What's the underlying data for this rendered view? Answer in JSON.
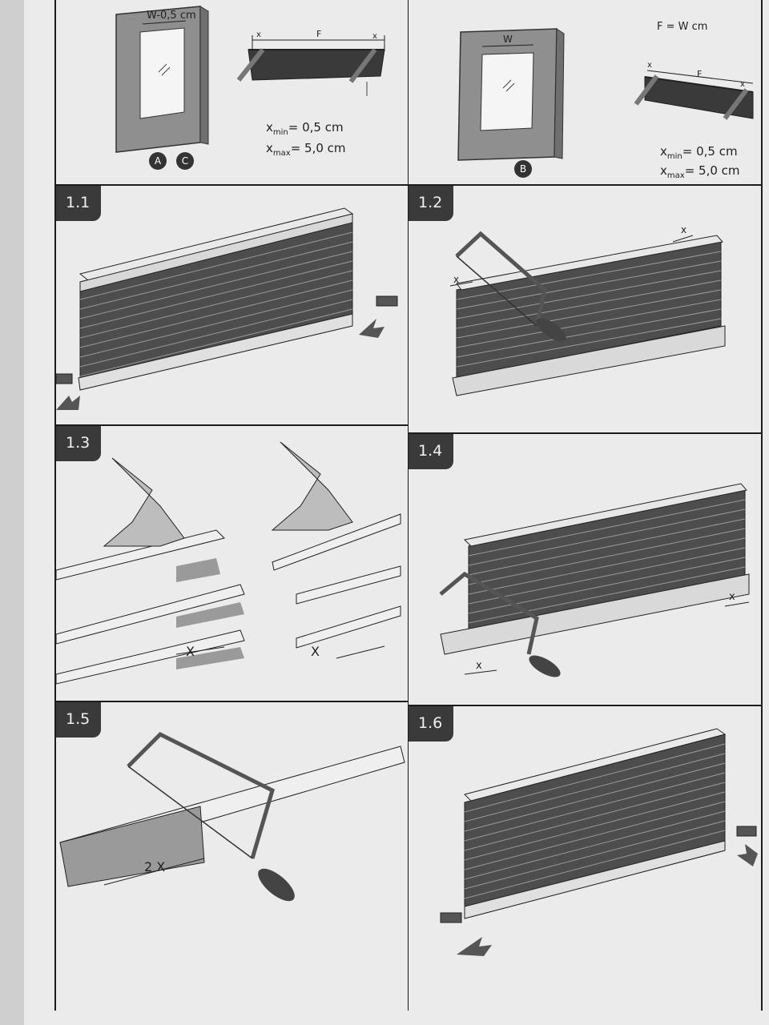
{
  "top_left": {
    "width_label": "W-0,5 cm",
    "span_label": "F",
    "x_marker": "x",
    "xmin_label": "x",
    "xmin_sub": "min",
    "xmin_value": "= 0,5 cm",
    "xmax_label": "x",
    "xmax_sub": "max",
    "xmax_value": "= 5,0 cm",
    "badges": [
      "A",
      "C"
    ]
  },
  "top_right": {
    "formula": "F = W cm",
    "width_label": "W",
    "span_label": "F",
    "x_marker": "x",
    "xmin_label": "x",
    "xmin_sub": "min",
    "xmin_value": "= 0,5 cm",
    "xmax_label": "x",
    "xmax_sub": "max",
    "xmax_value": "= 5,0 cm",
    "badges": [
      "B"
    ]
  },
  "steps": {
    "s11": "1.1",
    "s12": "1.2",
    "s13": "1.3",
    "s14": "1.4",
    "s15": "1.5",
    "s16": "1.6"
  },
  "labels": {
    "x": "x",
    "X": "X",
    "twoX": "2 X"
  },
  "footer": "..."
}
